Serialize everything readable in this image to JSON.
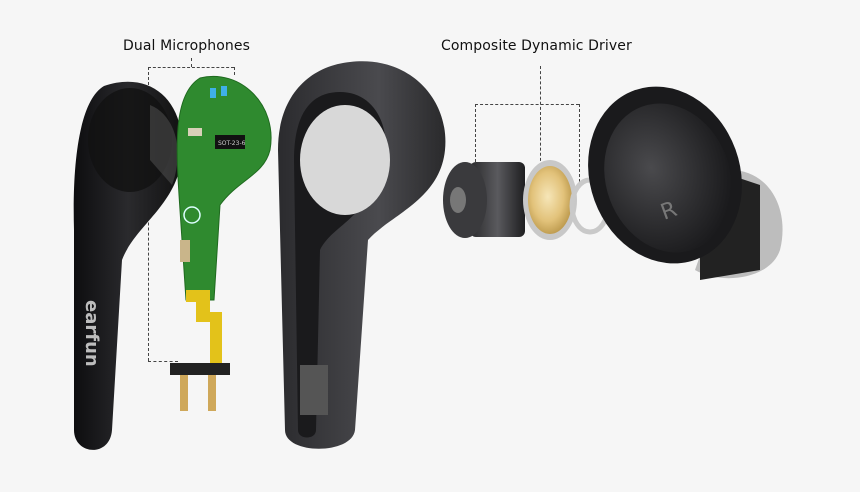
{
  "callouts": {
    "microphones": {
      "label": "Dual Microphones"
    },
    "driver": {
      "label": "Composite Dynamic Driver"
    }
  },
  "components": [
    {
      "id": "outer-shell",
      "name": "Outer touch shell",
      "brand_text": "earfun"
    },
    {
      "id": "pcb",
      "name": "Main PCB with microphones",
      "chip_text": "SOT-23-6"
    },
    {
      "id": "inner-housing",
      "name": "Inner earbud housing"
    },
    {
      "id": "driver-chamber",
      "name": "Driver chamber cylinder"
    },
    {
      "id": "driver-diaphragm",
      "name": "Composite diaphragm (gold)"
    },
    {
      "id": "driver-ring",
      "name": "Silver retaining ring"
    },
    {
      "id": "nozzle-cap",
      "name": "Front nozzle cap",
      "marking": "R"
    }
  ],
  "colors": {
    "background": "#f6f6f6",
    "shell": "#1c1c1e",
    "pcb": "#2e8b2e",
    "flex": "#e3c21a",
    "gold": "#e8cf8e",
    "silver": "#c9c9c9",
    "dash": "#444444"
  }
}
